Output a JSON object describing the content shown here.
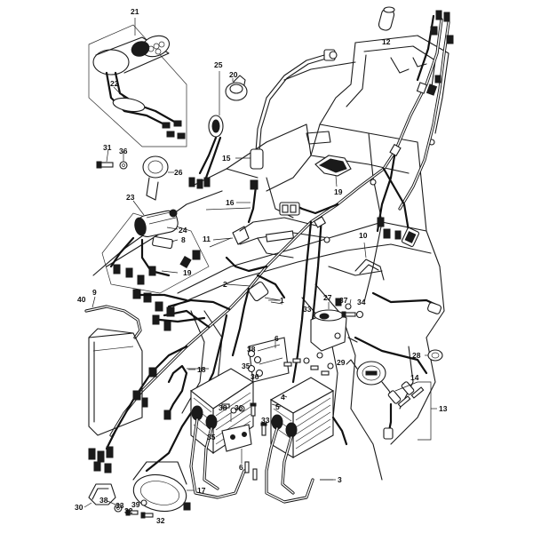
{
  "callouts": [
    {
      "id": "c1",
      "label": "1"
    },
    {
      "id": "c2",
      "label": "2"
    },
    {
      "id": "c3",
      "label": "3"
    },
    {
      "id": "c4",
      "label": "4"
    },
    {
      "id": "c5",
      "label": "5"
    },
    {
      "id": "c6a",
      "label": "6"
    },
    {
      "id": "c6b",
      "label": "6"
    },
    {
      "id": "c8",
      "label": "8"
    },
    {
      "id": "c9",
      "label": "9"
    },
    {
      "id": "c10",
      "label": "10"
    },
    {
      "id": "c11",
      "label": "11"
    },
    {
      "id": "c12",
      "label": "12"
    },
    {
      "id": "c13",
      "label": "13"
    },
    {
      "id": "c14",
      "label": "14"
    },
    {
      "id": "c15",
      "label": "15"
    },
    {
      "id": "c16",
      "label": "16"
    },
    {
      "id": "c17",
      "label": "17"
    },
    {
      "id": "c18",
      "label": "18"
    },
    {
      "id": "c19a",
      "label": "19"
    },
    {
      "id": "c19b",
      "label": "19"
    },
    {
      "id": "c20",
      "label": "20"
    },
    {
      "id": "c21",
      "label": "21"
    },
    {
      "id": "c22",
      "label": "22"
    },
    {
      "id": "c23",
      "label": "23"
    },
    {
      "id": "c24",
      "label": "24"
    },
    {
      "id": "c25",
      "label": "25"
    },
    {
      "id": "c26",
      "label": "26"
    },
    {
      "id": "c27",
      "label": "27"
    },
    {
      "id": "c28",
      "label": "28"
    },
    {
      "id": "c29",
      "label": "29"
    },
    {
      "id": "c30",
      "label": "30"
    },
    {
      "id": "c31",
      "label": "31"
    },
    {
      "id": "c32a",
      "label": "32"
    },
    {
      "id": "c32b",
      "label": "32"
    },
    {
      "id": "c33a",
      "label": "33"
    },
    {
      "id": "c33b",
      "label": "33"
    },
    {
      "id": "c33c",
      "label": "33"
    },
    {
      "id": "c34",
      "label": "34"
    },
    {
      "id": "c35a",
      "label": "35"
    },
    {
      "id": "c35b",
      "label": "35"
    },
    {
      "id": "c36a",
      "label": "36"
    },
    {
      "id": "c36b",
      "label": "36"
    },
    {
      "id": "c36c",
      "label": "36"
    },
    {
      "id": "c37",
      "label": "37"
    },
    {
      "id": "c38a",
      "label": "38"
    },
    {
      "id": "c38b",
      "label": "38"
    },
    {
      "id": "c38c",
      "label": "38"
    },
    {
      "id": "c39",
      "label": "39"
    },
    {
      "id": "c40",
      "label": "40"
    }
  ]
}
